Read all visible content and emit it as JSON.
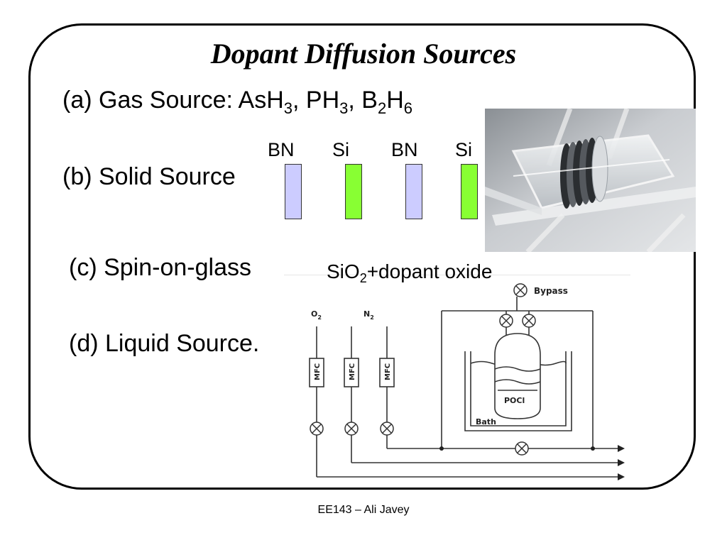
{
  "title": "Dopant Diffusion Sources",
  "items": {
    "a": {
      "prefix": "(a) Gas Source: AsH",
      "s1": "3",
      "m1": ", PH",
      "s2": "3",
      "m2": ", B",
      "s3": "2",
      "m3": "H",
      "s4": "6"
    },
    "b": "(b) Solid Source",
    "c": "(c) Spin-on-glass",
    "d": "(d) Liquid Source."
  },
  "solid_source": {
    "labels": [
      "BN",
      "Si",
      "BN",
      "Si"
    ],
    "colors": {
      "bn": "#ccccff",
      "si": "#88ff33"
    }
  },
  "spin_on_glass": {
    "pre": "SiO",
    "sub": "2",
    "post": "+dopant oxide"
  },
  "diagram": {
    "o2": "O",
    "o2_sub": "2",
    "n2": "N",
    "n2_sub": "2",
    "mfc": "MFC",
    "bypass": "Bypass",
    "poci": "POCl",
    "bath": "Bath"
  },
  "footer": "EE143 – Ali Javey"
}
